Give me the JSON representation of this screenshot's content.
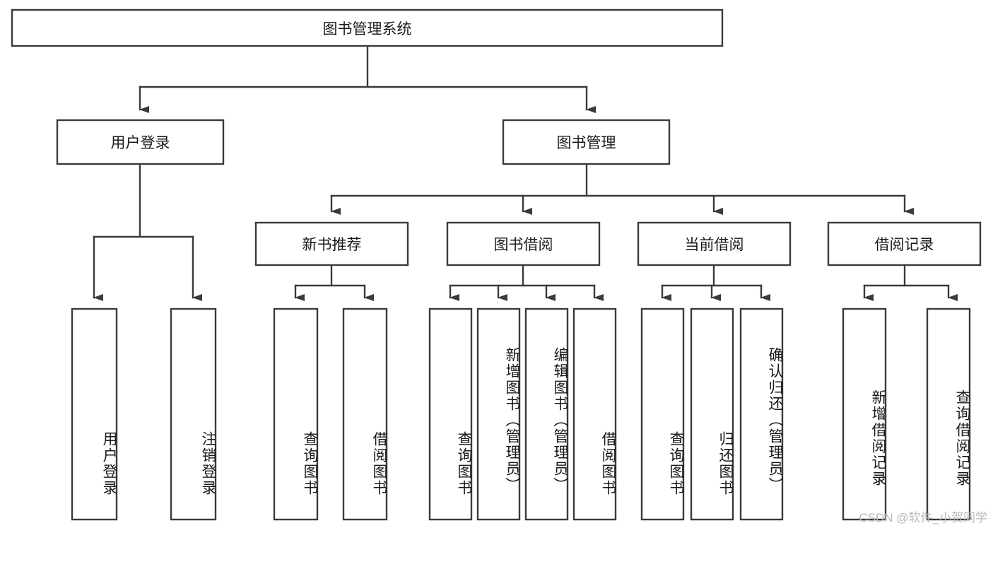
{
  "diagram": {
    "title": "图书管理系统",
    "watermark": "CSDN @软件_小贺同学",
    "colors": {
      "stroke": "#3a3a3a",
      "box_fill": "#ffffff",
      "text": "#1a1a1a",
      "background": "#ffffff",
      "watermark": "#b9b9b9"
    },
    "root": {
      "label": "图书管理系统"
    },
    "level2": [
      {
        "label": "用户登录"
      },
      {
        "label": "图书管理"
      }
    ],
    "level3": [
      {
        "label": "新书推荐"
      },
      {
        "label": "图书借阅"
      },
      {
        "label": "当前借阅"
      },
      {
        "label": "借阅记录"
      }
    ],
    "leaves": {
      "user_login": [
        {
          "label": "用户登录"
        },
        {
          "label": "注销登录"
        }
      ],
      "new_book_recommend": [
        {
          "label": "查询图书"
        },
        {
          "label": "借阅图书"
        }
      ],
      "book_borrow": [
        {
          "label": "查询图书"
        },
        {
          "label": "新增图书（管理员）"
        },
        {
          "label": "编辑图书（管理员）"
        },
        {
          "label": "借阅图书"
        }
      ],
      "current_borrow": [
        {
          "label": "查询图书"
        },
        {
          "label": "归还图书"
        },
        {
          "label": "确认归还（管理员）"
        }
      ],
      "borrow_record": [
        {
          "label": "新增借阅记录"
        },
        {
          "label": "查询借阅记录"
        }
      ]
    }
  }
}
